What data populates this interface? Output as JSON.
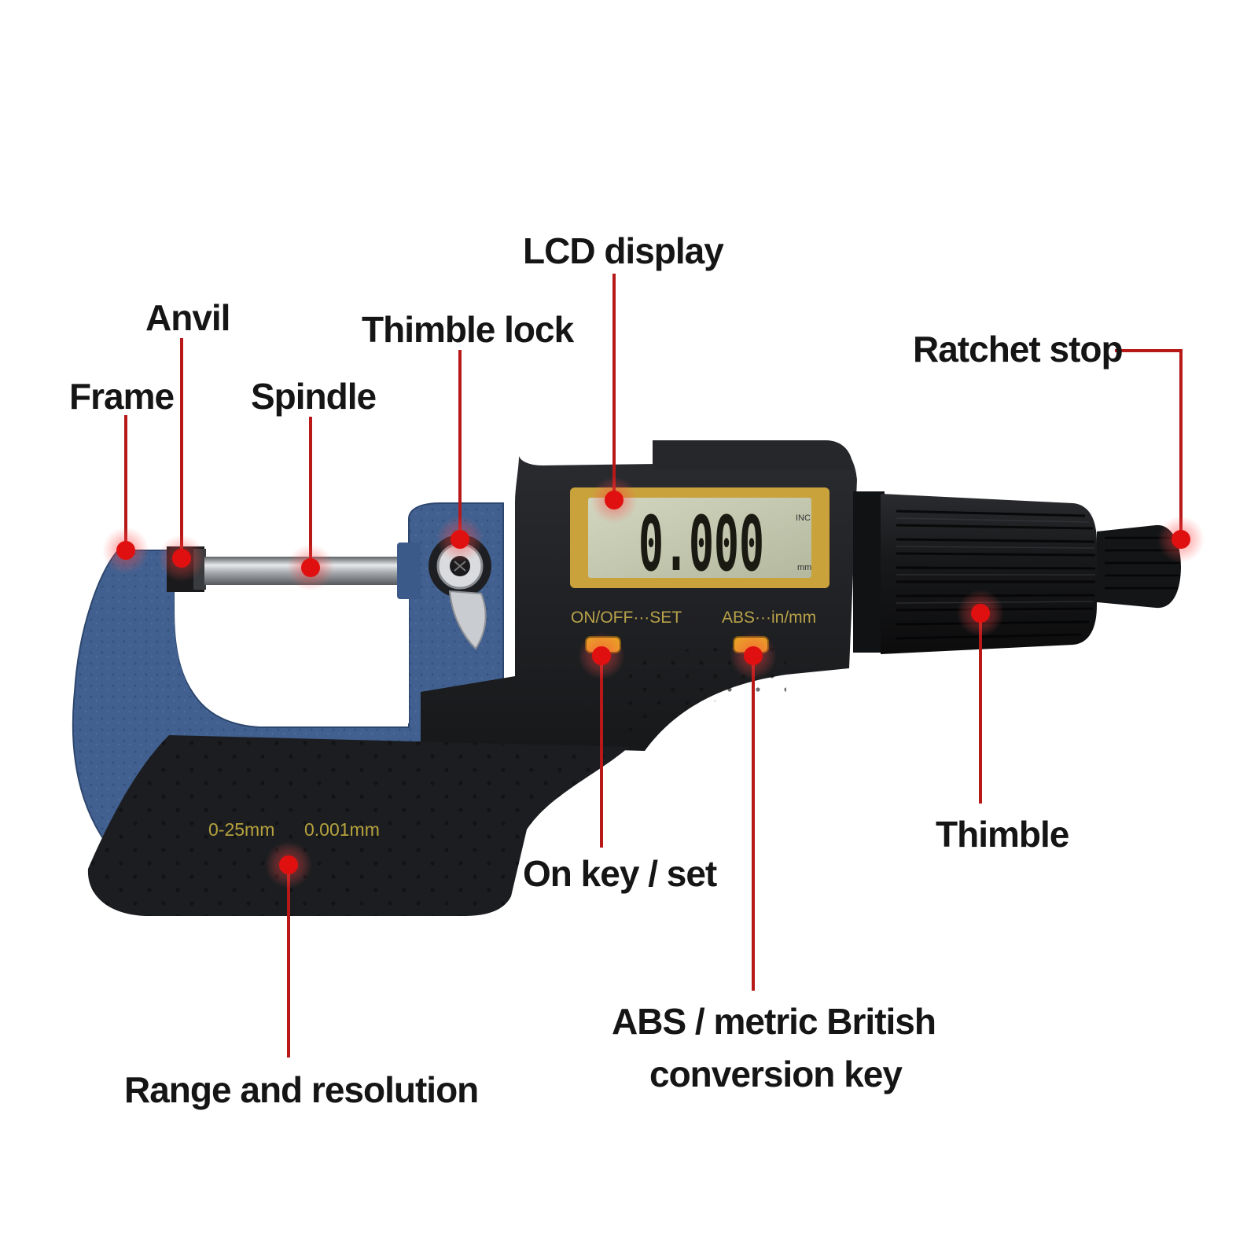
{
  "labels": {
    "frame": "Frame",
    "anvil": "Anvil",
    "spindle": "Spindle",
    "thimble_lock": "Thimble lock",
    "lcd_display": "LCD display",
    "ratchet_stop": "Ratchet stop",
    "thimble": "Thimble",
    "on_key_set": "On key / set",
    "abs_key_line1": "ABS / metric British",
    "abs_key_line2": "conversion key",
    "range_resolution": "Range and resolution"
  },
  "device": {
    "lcd_reading": "0.000",
    "lcd_unit_top": "INC",
    "lcd_unit_bottom": "mm",
    "key_left": "ON/OFF···SET",
    "key_right": "ABS···in/mm",
    "range": "0-25mm",
    "resolution": "0.001mm"
  },
  "colors": {
    "leader": "#b81818",
    "marker": "#e01010",
    "frame_blue": "#3f5d8e",
    "body_black": "#1c1d20",
    "lcd_bezel": "#c9a23c",
    "lcd_screen": "#c4c8ad",
    "button_orange": "#e8a024"
  }
}
